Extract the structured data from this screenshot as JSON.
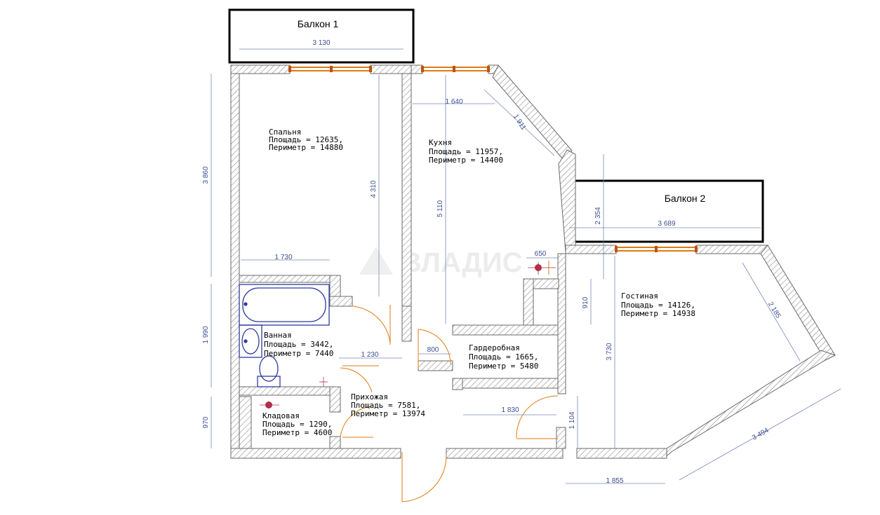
{
  "balconies": [
    {
      "label": "Балкон 1",
      "width": "3 130"
    },
    {
      "label": "Балкон 2",
      "width": "3 689"
    }
  ],
  "rooms": {
    "bedroom": {
      "name": "Спальня",
      "area": "Площадь = 12635,",
      "perimeter": "Периметр = 14880"
    },
    "kitchen": {
      "name": "Кухня",
      "area": "Площадь = 11957,",
      "perimeter": "Периметр = 14400"
    },
    "living": {
      "name": "Гостиная",
      "area": "Площадь = 14126,",
      "perimeter": "Периметр = 14938"
    },
    "bathroom": {
      "name": "Ванная",
      "area": "Площадь = 3442,",
      "perimeter": "Периметр = 7440"
    },
    "wardrobe": {
      "name": "Гардеробная",
      "area": "Площадь = 1665,",
      "perimeter": "Периметр = 5480"
    },
    "hallway": {
      "name": "Прихожая",
      "area": "Площадь = 7581,",
      "perimeter": "Периметр = 13974"
    },
    "storage": {
      "name": "Кладовая",
      "area": "Площадь = 1290,",
      "perimeter": "Периметр = 4600"
    }
  },
  "dimensions": {
    "left_upper": "3 860",
    "left_middle": "1 990",
    "left_lower": "970",
    "bedroom_height": "4 310",
    "bedroom_bottom": "1 730",
    "kitchen_top": "1 640",
    "kitchen_diagonal": "1 911",
    "kitchen_height": "5 110",
    "balcony2_height": "2 354",
    "niche": "650",
    "niche_height": "910",
    "hall_width": "1 230",
    "wardrobe_door": "800",
    "wardrobe_bottom": "1 830",
    "entry_height": "1 104",
    "living_height": "3 730",
    "living_diagonal_upper": "2 185",
    "living_diagonal_lower": "3 494",
    "bottom_right": "1 855"
  },
  "watermark": "ВЛАДИС",
  "colors": {
    "wall": "#7a7a7a",
    "dimension": "#3b4f8c",
    "door": "#e07a10",
    "fixture": "#2e3a9e",
    "balcony": "#000000"
  }
}
